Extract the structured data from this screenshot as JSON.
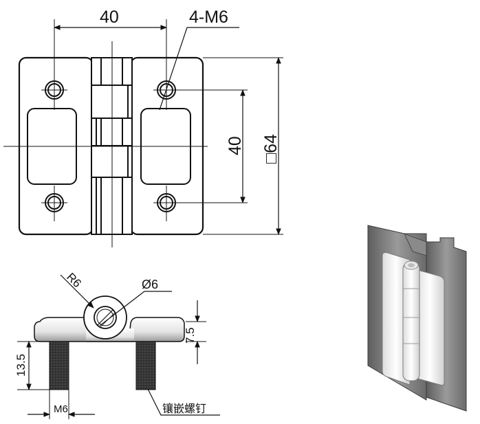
{
  "front_view": {
    "dim_hole_spacing_horizontal": "40",
    "dim_holes": "4-M6",
    "dim_hole_spacing_vertical": "40",
    "dim_overall_size": "□64"
  },
  "side_view": {
    "dim_pin_radius": "R6",
    "dim_pin_diameter": "Ø6",
    "dim_leaf_height": "7.5",
    "dim_stud_length": "13.5",
    "dim_stud_thread": "M6",
    "callout_stud_label": "镶嵌螺钉"
  },
  "colors": {
    "line": "#111111",
    "stud": "#3a3a3a",
    "photo_frame": "#7a7a7a",
    "photo_leaf": "#f2f2f2"
  }
}
